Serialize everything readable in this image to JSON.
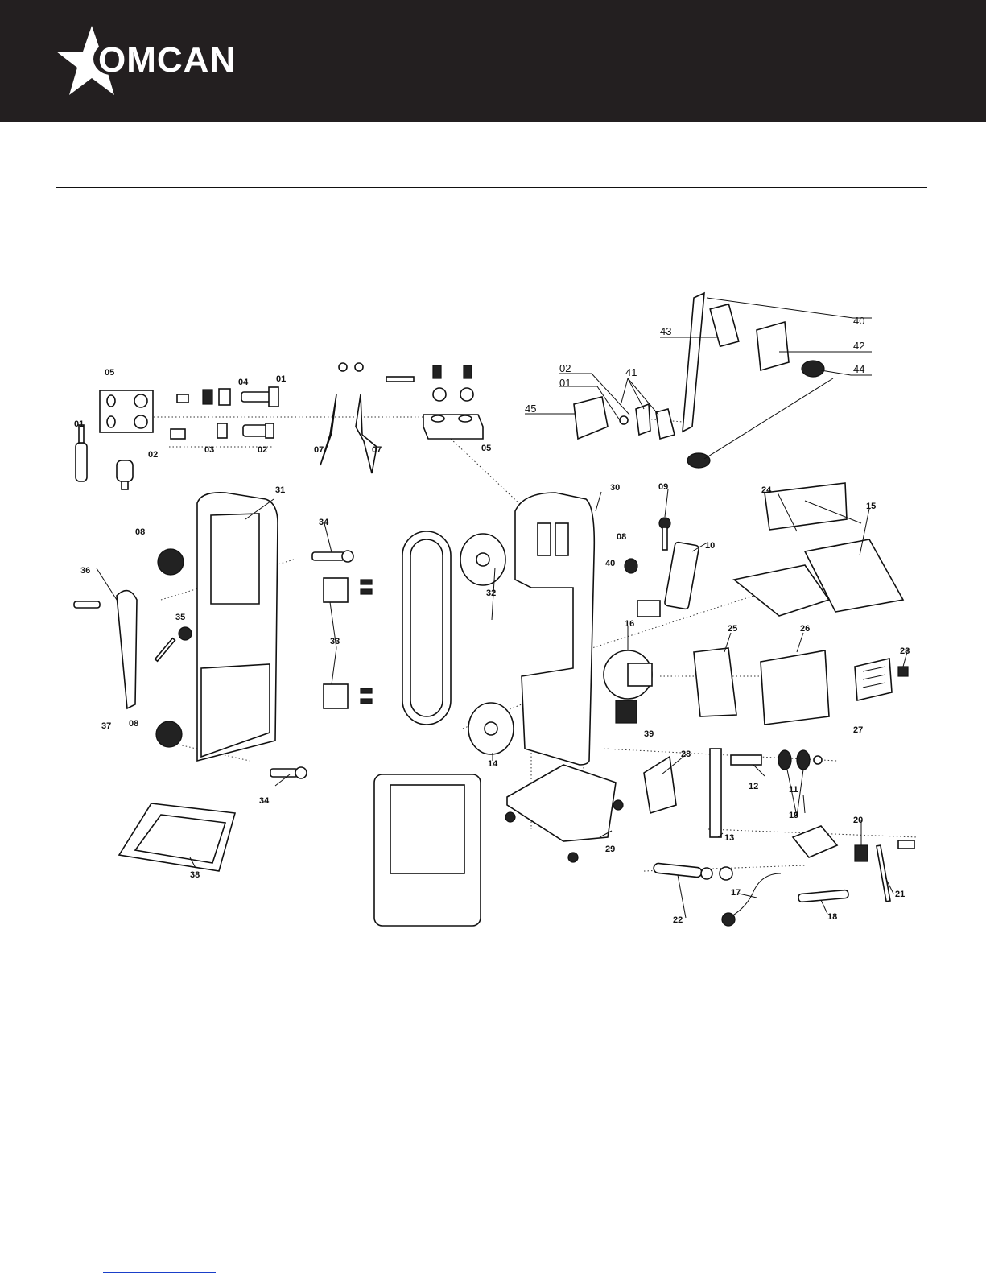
{
  "brand": {
    "name": "OMCAN"
  },
  "callouts": {
    "c01a": "01",
    "c02a": "02",
    "c03": "03",
    "c04": "04",
    "c01b": "01",
    "c02b": "02",
    "c05a": "05",
    "c07a": "07",
    "c07b": "07",
    "c05b": "05",
    "c02c": "02",
    "c01c": "01",
    "c41": "41",
    "c45": "45",
    "c43": "43",
    "c40a": "40",
    "c42": "42",
    "c44": "44",
    "c31": "31",
    "c08a": "08",
    "c34a": "34",
    "c36": "36",
    "c35": "35",
    "c37": "37",
    "c08b": "08",
    "c33": "33",
    "c34b": "34",
    "c38": "38",
    "c32": "32",
    "c14": "14",
    "c30": "30",
    "c09": "09",
    "c08c": "08",
    "c40b": "40",
    "c10": "10",
    "c24": "24",
    "c15": "15",
    "c16": "16",
    "c25": "25",
    "c26": "26",
    "c28": "28",
    "c27": "27",
    "c39": "39",
    "c23": "23",
    "c12": "12",
    "c11": "11",
    "c13": "13",
    "c29": "29",
    "c19": "19",
    "c20": "20",
    "c21": "21",
    "c22": "22",
    "c17": "17",
    "c18": "18"
  }
}
